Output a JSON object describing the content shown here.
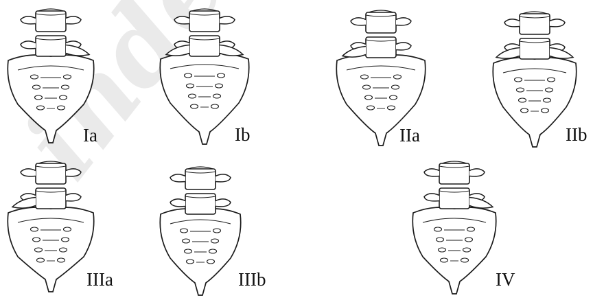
{
  "watermark": "indec",
  "figures": [
    {
      "id": "Ia",
      "label": "Ia"
    },
    {
      "id": "Ib",
      "label": "Ib"
    },
    {
      "id": "IIa",
      "label": "IIa"
    },
    {
      "id": "IIb",
      "label": "IIb"
    },
    {
      "id": "IIIa",
      "label": "IIIa"
    },
    {
      "id": "IIIb",
      "label": "IIIb"
    },
    {
      "id": "IV",
      "label": "IV"
    }
  ]
}
